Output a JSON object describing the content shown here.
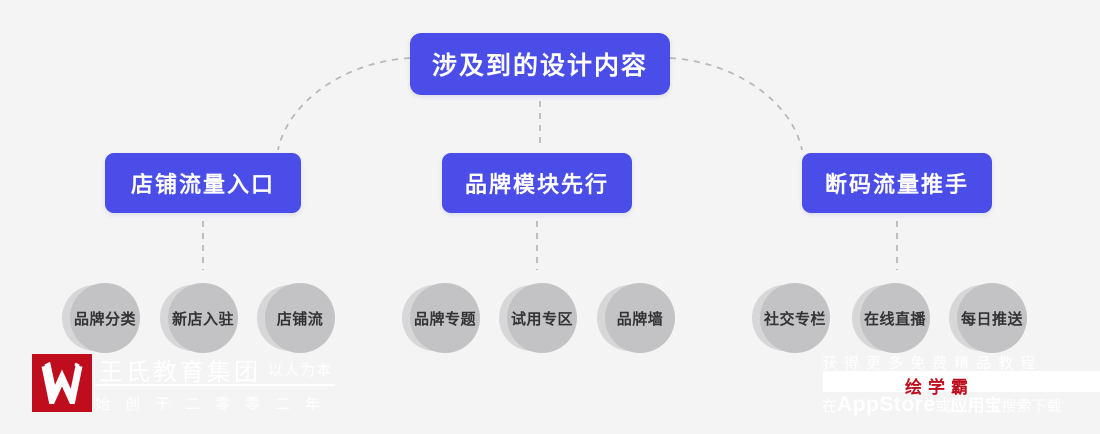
{
  "diagram": {
    "root_label": "涉及到的设计内容",
    "branches": [
      {
        "label": "店铺流量入口",
        "items": [
          "品牌分类",
          "新店入驻",
          "店铺流"
        ]
      },
      {
        "label": "品牌模块先行",
        "items": [
          "品牌专题",
          "试用专区",
          "品牌墙"
        ]
      },
      {
        "label": "断码流量推手",
        "items": [
          "社交专栏",
          "在线直播",
          "每日推送"
        ]
      }
    ]
  },
  "watermarks": {
    "left": {
      "company": "王氏教育集团",
      "slogan": "以人为本",
      "founded": "始创于二零零二年"
    },
    "right": {
      "promo": "获得更多免费精品教程",
      "brand": "绘学霸",
      "download_prefix": "在",
      "download_store1": "AppStore",
      "download_or": "或",
      "download_store2": "应用宝",
      "download_suffix": "搜索下载"
    }
  },
  "colors": {
    "background": "#F4F4F5",
    "accent_blue": "#4A4DE7",
    "brand_red": "#C00D1D",
    "circle_front": "#C3C3C6",
    "circle_back": "#D7D7D9",
    "connector_gray": "#B9B9B9"
  }
}
